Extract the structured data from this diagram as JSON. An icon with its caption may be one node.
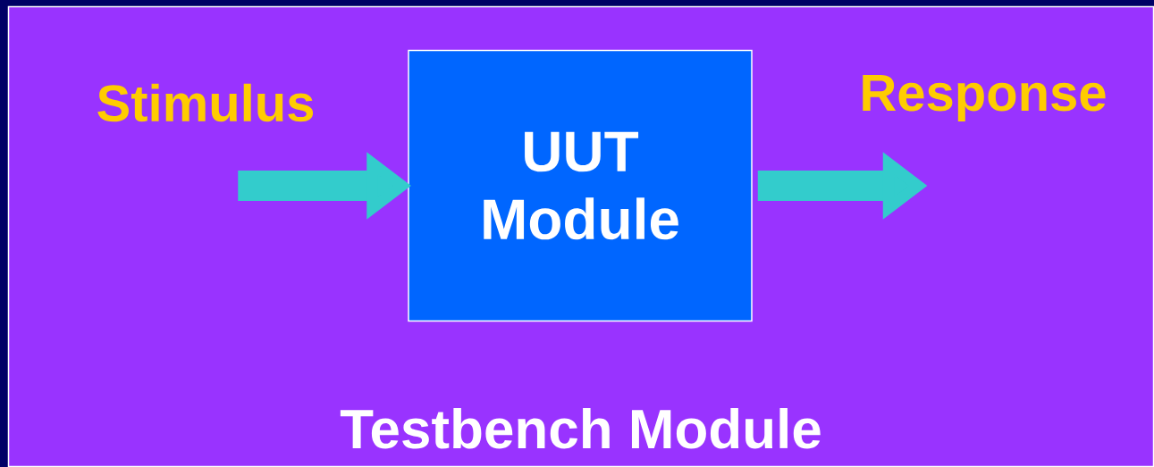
{
  "diagram": {
    "nodes": [
      {
        "text": [
          "Testbench Module"
        ]
      },
      {
        "text": [
          "UUT Module"
        ],
        "in": 0
      }
    ],
    "edges": [
      {
        "from": null,
        "to": 1,
        "arrow": "to",
        "label": "Stimulus"
      },
      {
        "from": 1,
        "to": null,
        "arrow": "to",
        "label": "Response"
      }
    ]
  }
}
